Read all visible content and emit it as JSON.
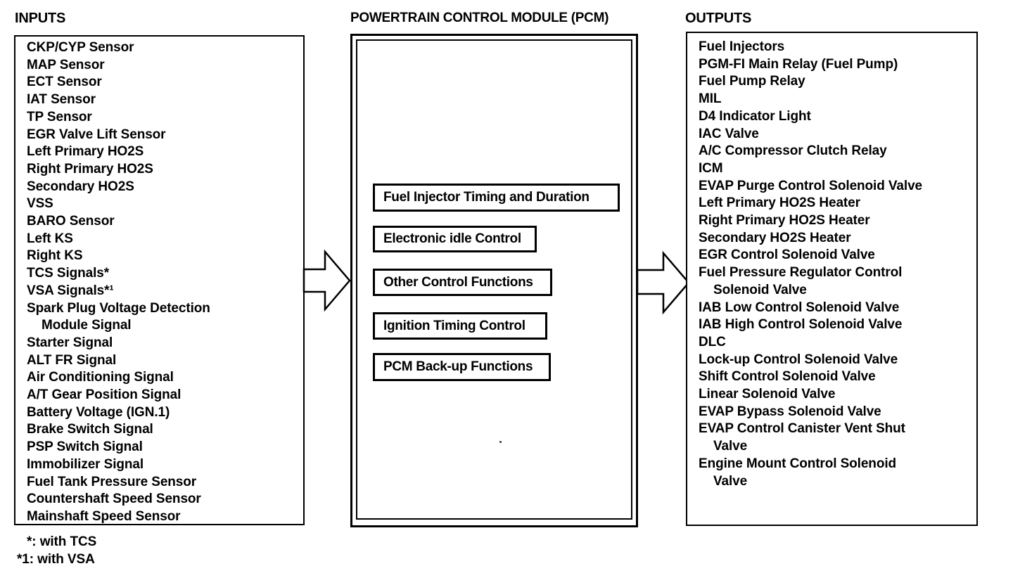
{
  "colors": {
    "ink": "#000000",
    "paper": "#ffffff"
  },
  "inputs": {
    "title": "INPUTS",
    "lines": [
      "CKP/CYP Sensor",
      "MAP Sensor",
      "ECT Sensor",
      "IAT Sensor",
      "TP Sensor",
      "EGR Valve Lift Sensor",
      "Left Primary HO2S",
      "Right Primary HO2S",
      "Secondary HO2S",
      "VSS",
      "BARO Sensor",
      "Left KS",
      "Right KS",
      "TCS Signals*",
      "VSA Signals*¹",
      "Spark Plug Voltage Detection",
      "Module Signal",
      "Starter Signal",
      "ALT FR Signal",
      "Air Conditioning Signal",
      "A/T Gear Position Signal",
      "Battery Voltage (IGN.1)",
      "Brake Switch Signal",
      "PSP Switch Signal",
      "Immobilizer Signal",
      "Fuel Tank Pressure Sensor",
      "Countershaft Speed Sensor",
      "Mainshaft Speed Sensor"
    ]
  },
  "pcm": {
    "title": "POWERTRAIN CONTROL MODULE (PCM)",
    "functions": [
      "Fuel Injector Timing and Duration",
      "Electronic idle Control",
      "Other Control Functions",
      "Ignition Timing Control",
      "PCM Back-up Functions"
    ]
  },
  "outputs": {
    "title": "OUTPUTS",
    "lines": [
      "Fuel Injectors",
      "PGM-FI Main Relay (Fuel Pump)",
      "Fuel Pump Relay",
      "MIL",
      "D4 Indicator Light",
      "IAC Valve",
      "A/C Compressor Clutch Relay",
      "ICM",
      "EVAP Purge Control Solenoid Valve",
      "Left Primary HO2S Heater",
      "Right Primary HO2S Heater",
      "Secondary HO2S Heater",
      "EGR Control Solenoid Valve",
      "Fuel Pressure Regulator Control",
      "Solenoid Valve",
      "IAB Low Control Solenoid Valve",
      "IAB High Control Solenoid Valve",
      "DLC",
      "Lock-up Control Solenoid Valve",
      "Shift Control Solenoid Valve",
      "Linear Solenoid Valve",
      "EVAP Bypass Solenoid Valve",
      "EVAP Control Canister Vent Shut",
      "Valve",
      "Engine Mount Control Solenoid",
      "Valve"
    ]
  },
  "footnotes": [
    "*: with TCS",
    "*1: with VSA"
  ]
}
